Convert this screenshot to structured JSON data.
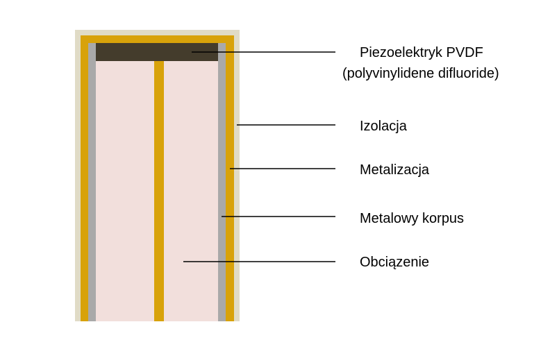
{
  "labels": {
    "piezo_line1": "Piezoelektryk PVDF",
    "piezo_line2": "(polyvinylidene difluoride)",
    "izolacja": "Izolacja",
    "metalizacja": "Metalizacja",
    "korpus": "Metalowy korpus",
    "obciazenie": "Obciązenie"
  },
  "colors": {
    "insulation": "#e0dbc6",
    "metallization": "#d8a20a",
    "metal_body": "#a9a9a9",
    "piezo_film": "#443c2c",
    "load": "#f2dfdc",
    "leader": "#000000"
  }
}
